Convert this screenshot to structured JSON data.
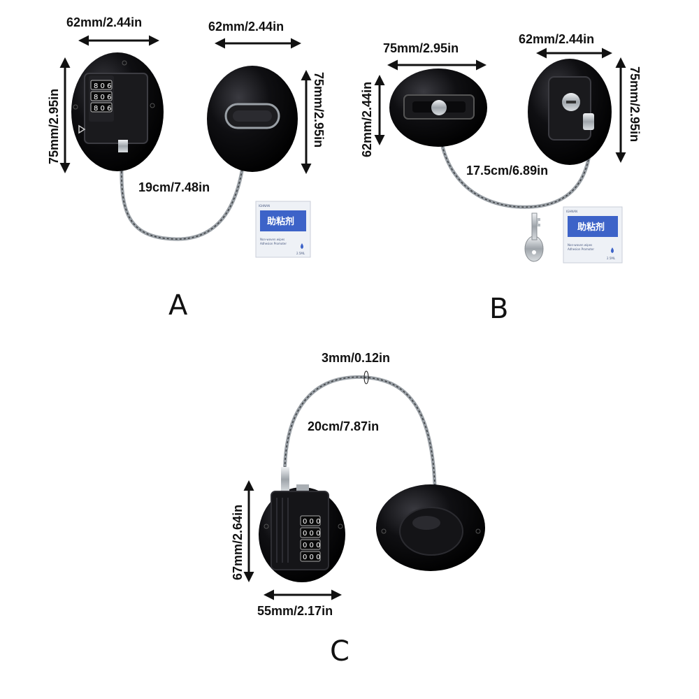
{
  "colors": {
    "background": "#ffffff",
    "lock_body": "#0d0d0f",
    "cable": "#9aa0a6",
    "package_blue": "#3d63c8",
    "text": "#111111"
  },
  "variants": [
    {
      "letter": "A",
      "dims": {
        "lock_width": "62mm/2.44in",
        "receiver_width": "62mm/2.44in",
        "lock_height": "75mm/2.95in",
        "receiver_height": "75mm/2.95in",
        "cable_length": "19cm/7.48in"
      },
      "package": {
        "title": "助粘剂",
        "brand": "IGHNAN",
        "line1": "Non-woven wipes",
        "line2": "Adhesion Promoter",
        "volume": "2.5ML"
      }
    },
    {
      "letter": "B",
      "dims": {
        "receiver_width": "75mm/2.95in",
        "lock_width": "62mm/2.44in",
        "receiver_height": "62mm/2.44in",
        "lock_height": "75mm/2.95in",
        "cable_length": "17.5cm/6.89in"
      },
      "package": {
        "title": "助粘剂",
        "brand": "IGHNAN",
        "line1": "Non-woven wipes",
        "line2": "Adhesion Promoter",
        "volume": "2.5ML"
      }
    },
    {
      "letter": "C",
      "dims": {
        "cable_diameter": "3mm/0.12in",
        "cable_length": "20cm/7.87in",
        "lock_height": "67mm/2.64in",
        "lock_width": "55mm/2.17in"
      }
    }
  ]
}
